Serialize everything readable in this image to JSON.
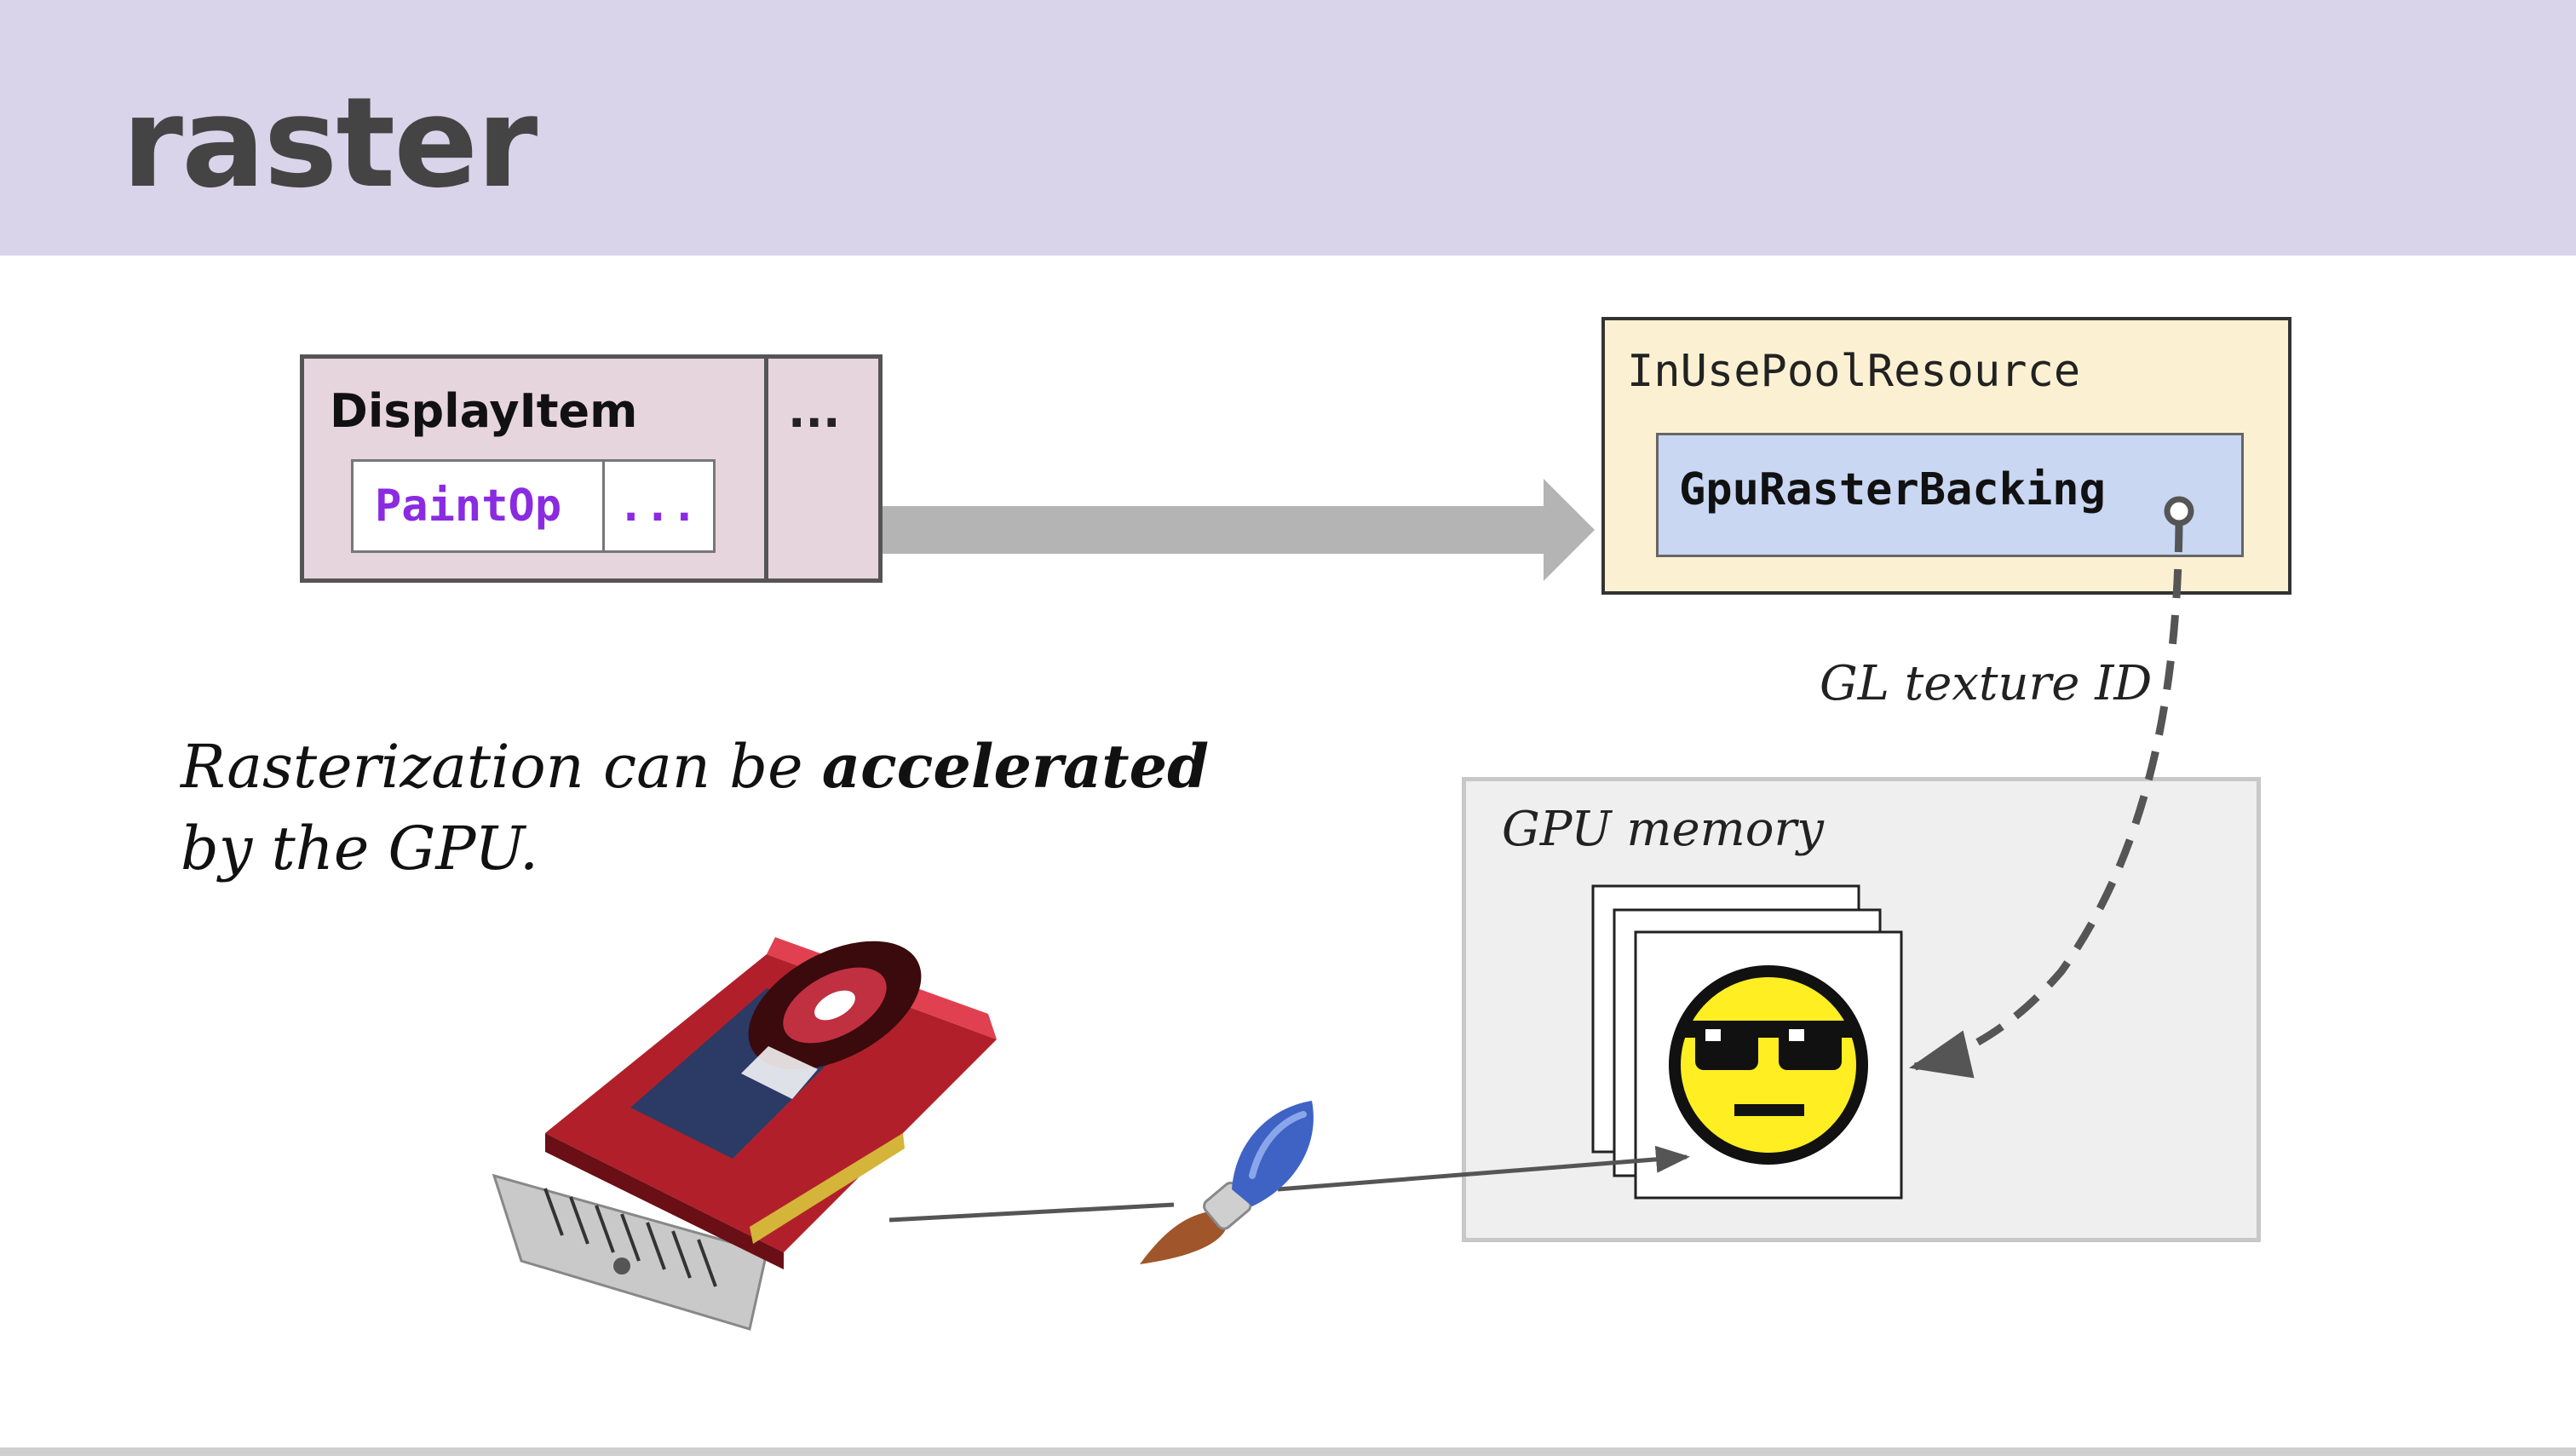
{
  "slide": {
    "title": "raster"
  },
  "display_item": {
    "label": "DisplayItem",
    "more": "...",
    "paint_op": "PaintOp",
    "paint_op_more": "..."
  },
  "resource": {
    "label": "InUsePoolResource",
    "backing": "GpuRasterBacking"
  },
  "texture_link": {
    "label": "GL texture ID"
  },
  "gpu_memory": {
    "label": "GPU memory"
  },
  "caption": {
    "line1_prefix": "Rasterization can be ",
    "line1_emphasis": "accelerated",
    "line2": "by the GPU."
  },
  "colors": {
    "header_bg": "#d9d4ea",
    "display_item_bg": "#e7d5de",
    "paint_op_text": "#8a2be2",
    "resource_bg": "#fbf1d2",
    "backing_bg": "#c9d7f3",
    "gpu_memory_bg": "#efefef",
    "arrow_gray": "#b4b4b4"
  }
}
